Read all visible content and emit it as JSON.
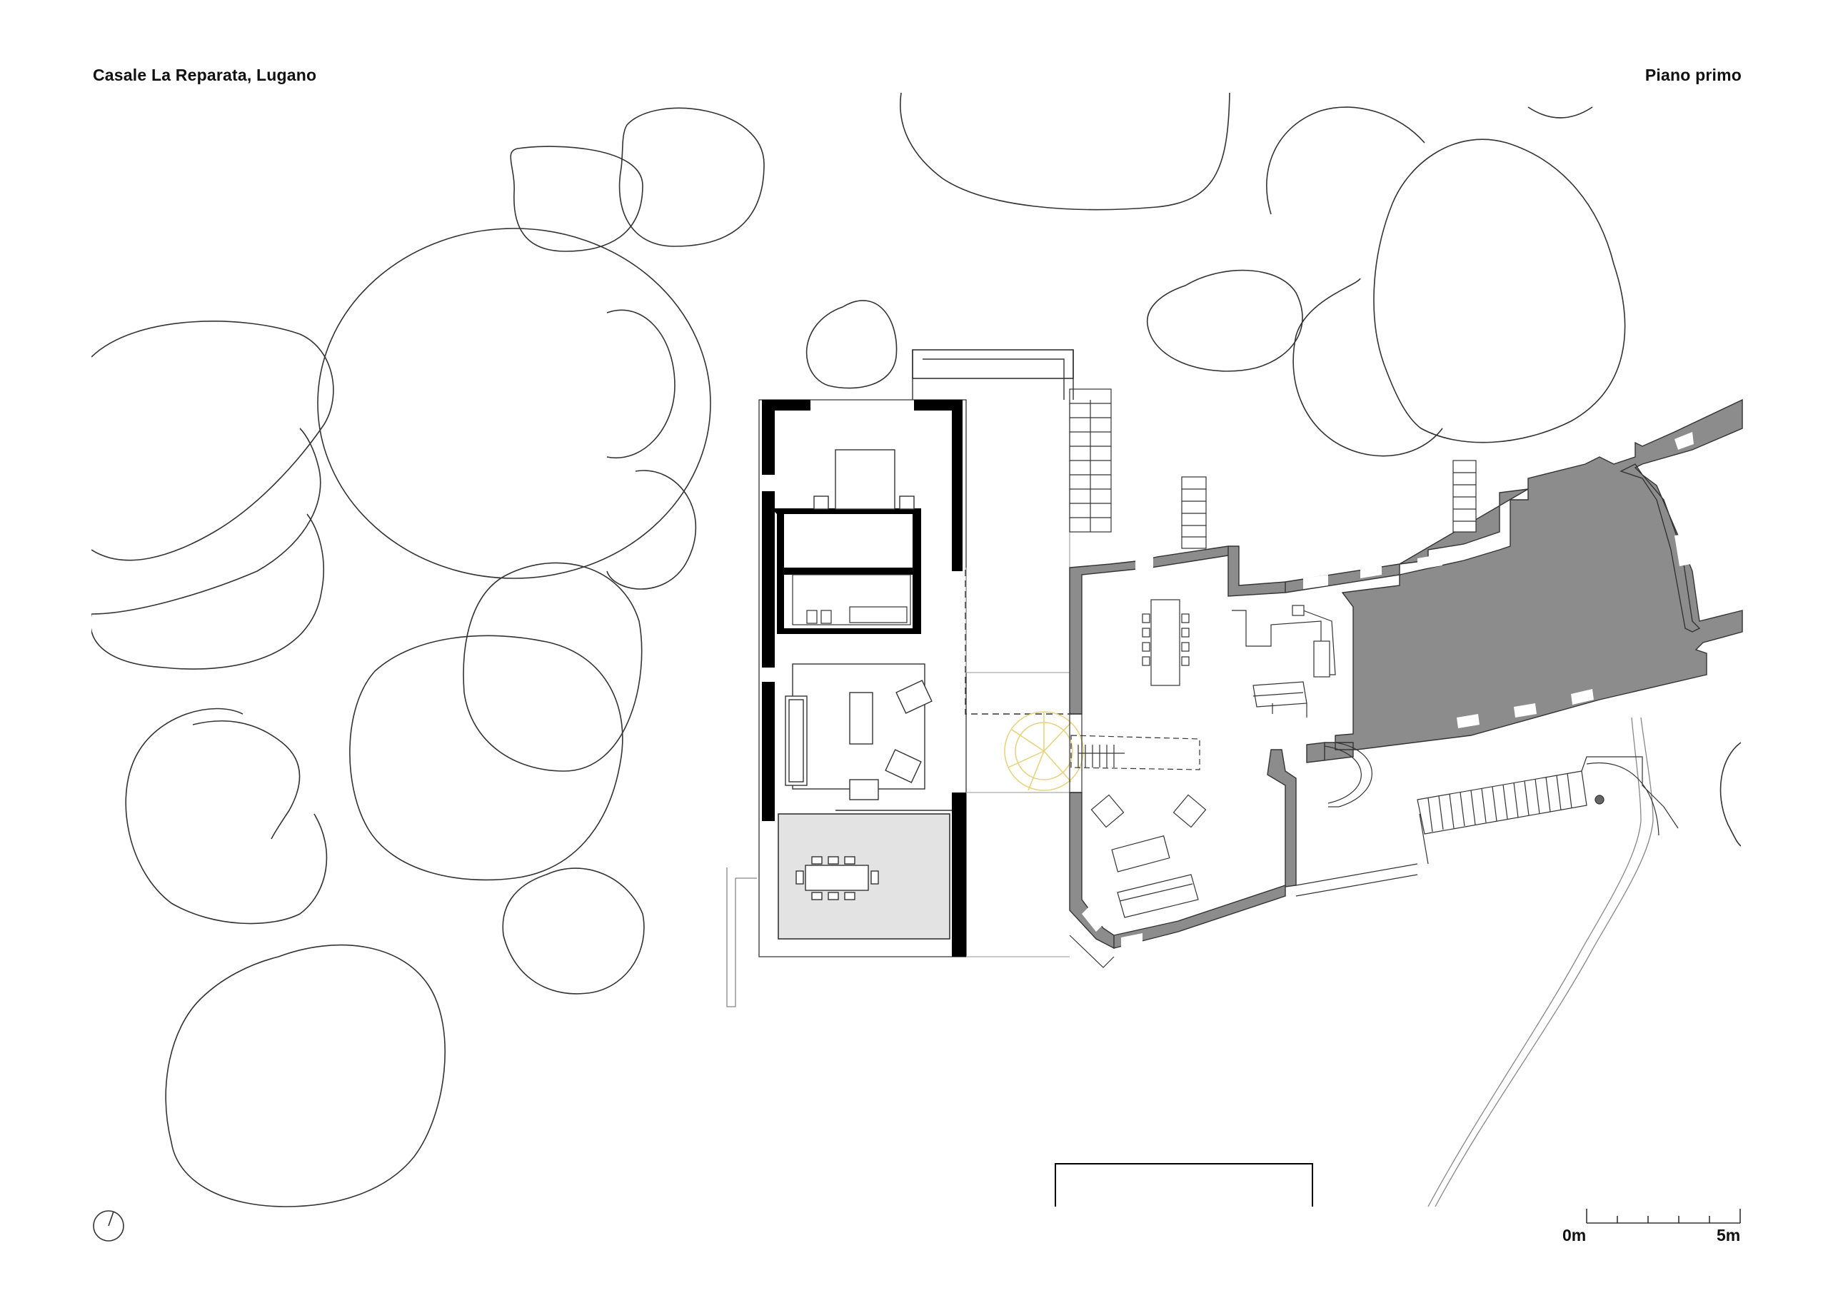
{
  "header": {
    "project_title": "Casale La Reparata, Lugano",
    "sheet_title": "Piano primo"
  },
  "scale_bar": {
    "start_label": "0m",
    "end_label": "5m"
  },
  "colors": {
    "line": "#333333",
    "new_wall": "#000000",
    "existing_wall": "#8c8c8c",
    "terrace_fill": "#e3e3e3",
    "spiral_stair": "#e6d27a"
  },
  "icons": {
    "north_arrow": "north-arrow-icon"
  }
}
